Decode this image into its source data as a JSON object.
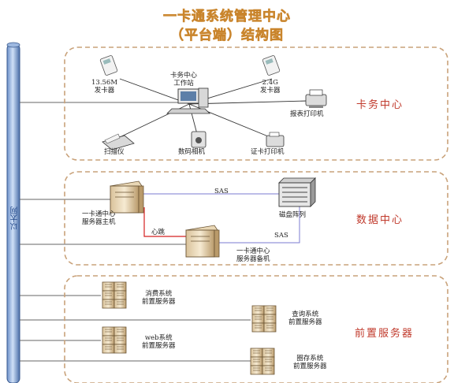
{
  "title": {
    "line1": "一卡通系统管理中心",
    "line2": "（平台端）结构图"
  },
  "network": {
    "label": "以太网"
  },
  "zones": {
    "card_center": "卡务中心",
    "data_center": "数据中心",
    "front_servers": "前置服务器"
  },
  "card_center": {
    "workstation": [
      "卡务中心",
      "工作站"
    ],
    "card_1356": [
      "13.56M",
      "发卡器"
    ],
    "card_24": [
      "2.4G",
      "发卡器"
    ],
    "report_printer": "报表打印机",
    "scanner": "扫描仪",
    "camera": "数码相机",
    "badge_printer": "证卡打印机"
  },
  "data_center": {
    "main_server": [
      "一卡通中心",
      "服务器主机"
    ],
    "backup_server": [
      "一卡通中心",
      "服务器备机"
    ],
    "disk_array": "磁盘阵列",
    "sas_top": "SAS",
    "sas_bottom": "SAS",
    "heartbeat": "心跳"
  },
  "front_servers": {
    "consume": [
      "消费系统",
      "前置服务器"
    ],
    "query": [
      "查询系统",
      "前置服务器"
    ],
    "web": [
      "web系统",
      "前置服务器"
    ],
    "deposit": [
      "圈存系统",
      "前置服务器"
    ]
  }
}
